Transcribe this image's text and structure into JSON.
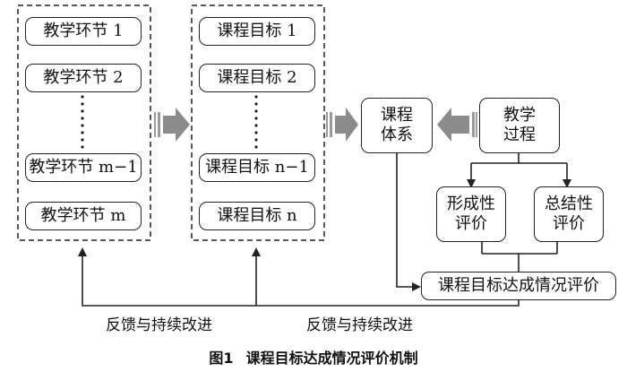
{
  "teaching_links": [
    "教学环节 1",
    "教学环节 2",
    "教学环节 m−1",
    "教学环节 m"
  ],
  "course_objectives": [
    "课程目标 1",
    "课程目标 2",
    "课程目标 n−1",
    "课程目标 n"
  ],
  "course_system": {
    "line1": "课程",
    "line2": "体系"
  },
  "teaching_process": {
    "line1": "教学",
    "line2": "过程"
  },
  "formative_eval": {
    "line1": "形成性",
    "line2": "评价"
  },
  "summative_eval": {
    "line1": "总结性",
    "line2": "评价"
  },
  "achievement_eval": "课程目标达成情况评价",
  "feedback_left": "反馈与持续改进",
  "feedback_right": "反馈与持续改进",
  "caption": {
    "number": "图1",
    "title": "课程目标达成情况评价机制"
  }
}
